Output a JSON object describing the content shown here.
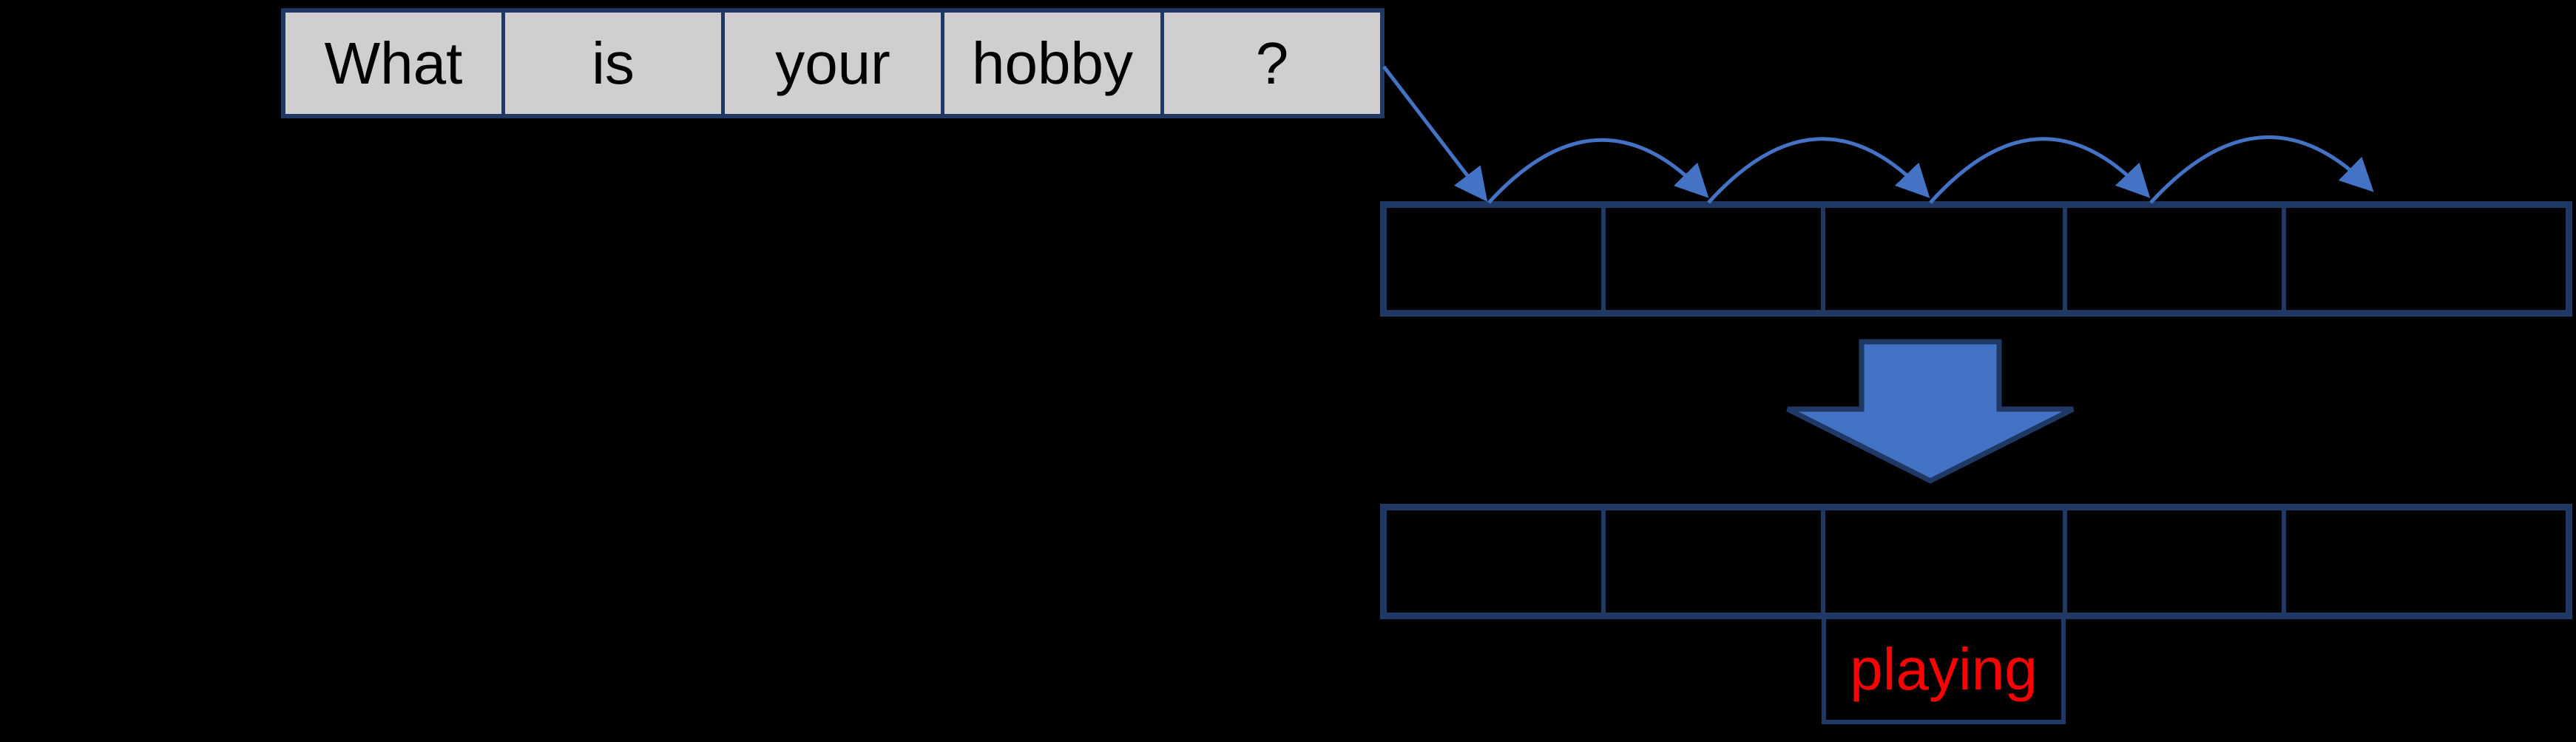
{
  "diagram": {
    "question": {
      "words": [
        "What",
        "is",
        "your",
        "hobby",
        "?"
      ]
    },
    "memory": {
      "top_row_cells": [
        "",
        "",
        "",
        "",
        ""
      ],
      "bottom_row_cells": [
        "",
        "",
        "",
        "",
        ""
      ]
    },
    "answer": {
      "label": "playing"
    },
    "icons": {
      "input_arrow": "diagonal-input-arrow-icon",
      "hop_arrows": "arc-hop-arrow-icon",
      "transform_arrow": "down-block-arrow-icon"
    },
    "colors": {
      "background": "#000000",
      "cell-fill": "#d0cece",
      "border": "#1f3864",
      "accent": "#4472c4",
      "question-text": "#000000",
      "answer-text": "#ff0000"
    }
  }
}
